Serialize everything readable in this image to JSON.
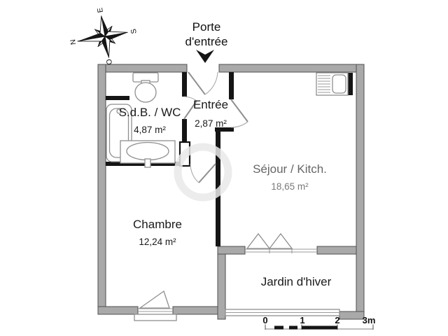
{
  "plan": {
    "entrance": {
      "line1": "Porte",
      "line2": "d'entrée"
    },
    "rooms": {
      "sdb": {
        "name": "S.d.B. / WC",
        "area": "4,87 m²"
      },
      "entree": {
        "name": "Entrée",
        "area": "2,87 m²"
      },
      "sejour": {
        "name": "Séjour / Kitch.",
        "area": "18,65 m²"
      },
      "chambre": {
        "name": "Chambre",
        "area": "12,24 m²"
      },
      "jardin": {
        "name": "Jardin d'hiver"
      }
    },
    "compass": {
      "north": "N",
      "east": "E",
      "south": "S",
      "west": "O"
    },
    "scale_bar": {
      "t0": "0",
      "t1": "1",
      "t2": "2",
      "t3": "3m"
    },
    "colors": {
      "wall_gray": "#a9a9a9",
      "wall_outline": "#4f4f4f",
      "interior_wall": "#151515",
      "fixture_line": "#8f8f8f",
      "faded_label": "#666666",
      "label": "#1a1a1a"
    }
  }
}
